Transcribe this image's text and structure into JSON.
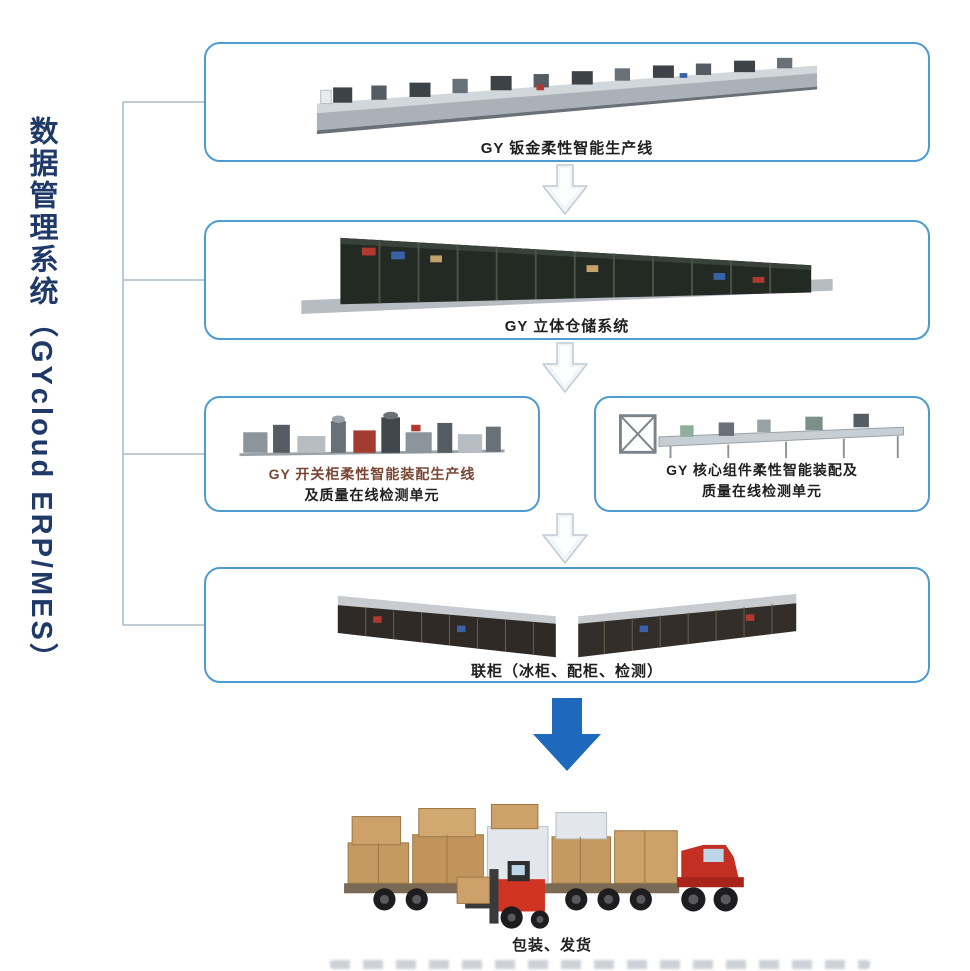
{
  "sidebar": {
    "label": "数据管理系统（GYcloud ERP/MES）"
  },
  "boxes": {
    "sheet_metal": {
      "label": "GY 钣金柔性智能生产线"
    },
    "warehouse": {
      "label": "GY 立体仓储系统"
    },
    "switchgear": {
      "line1": "GY 开关柜柔性智能装配生产线",
      "line2": "及质量在线检测单元"
    },
    "core_component": {
      "line1": "GY 核心组件柔性智能装配及",
      "line2": "质量在线检测单元"
    },
    "cabinets": {
      "label": "联柜（冰柜、配柜、检测）"
    },
    "shipping": {
      "label": "包装、发货"
    }
  },
  "colors": {
    "box_border": "#4e9ad2",
    "side_text": "#1f3a68",
    "label_text": "#1f1f1f",
    "switchgear_line1_text": "#7a4636",
    "arrow_blue": "#1e68bd",
    "arrow_light_fill": "#f2f5f8",
    "arrow_light_edge": "#bfcad4",
    "connector_line": "#a9bccb",
    "forklift_red": "#cf3423",
    "truck_cab_red": "#c42f24",
    "cardboard": "#c59a62"
  },
  "icons": {
    "sheet_metal_image": "sheet-metal-production-line-photo",
    "warehouse_image": "stereoscopic-warehouse-photo",
    "switchgear_image": "switchgear-assembly-line-photo",
    "core_component_image": "core-component-assembly-line-photo",
    "cabinets_image": "combined-cabinets-photo",
    "shipping_image": "truck-forklift-loading-photo"
  }
}
